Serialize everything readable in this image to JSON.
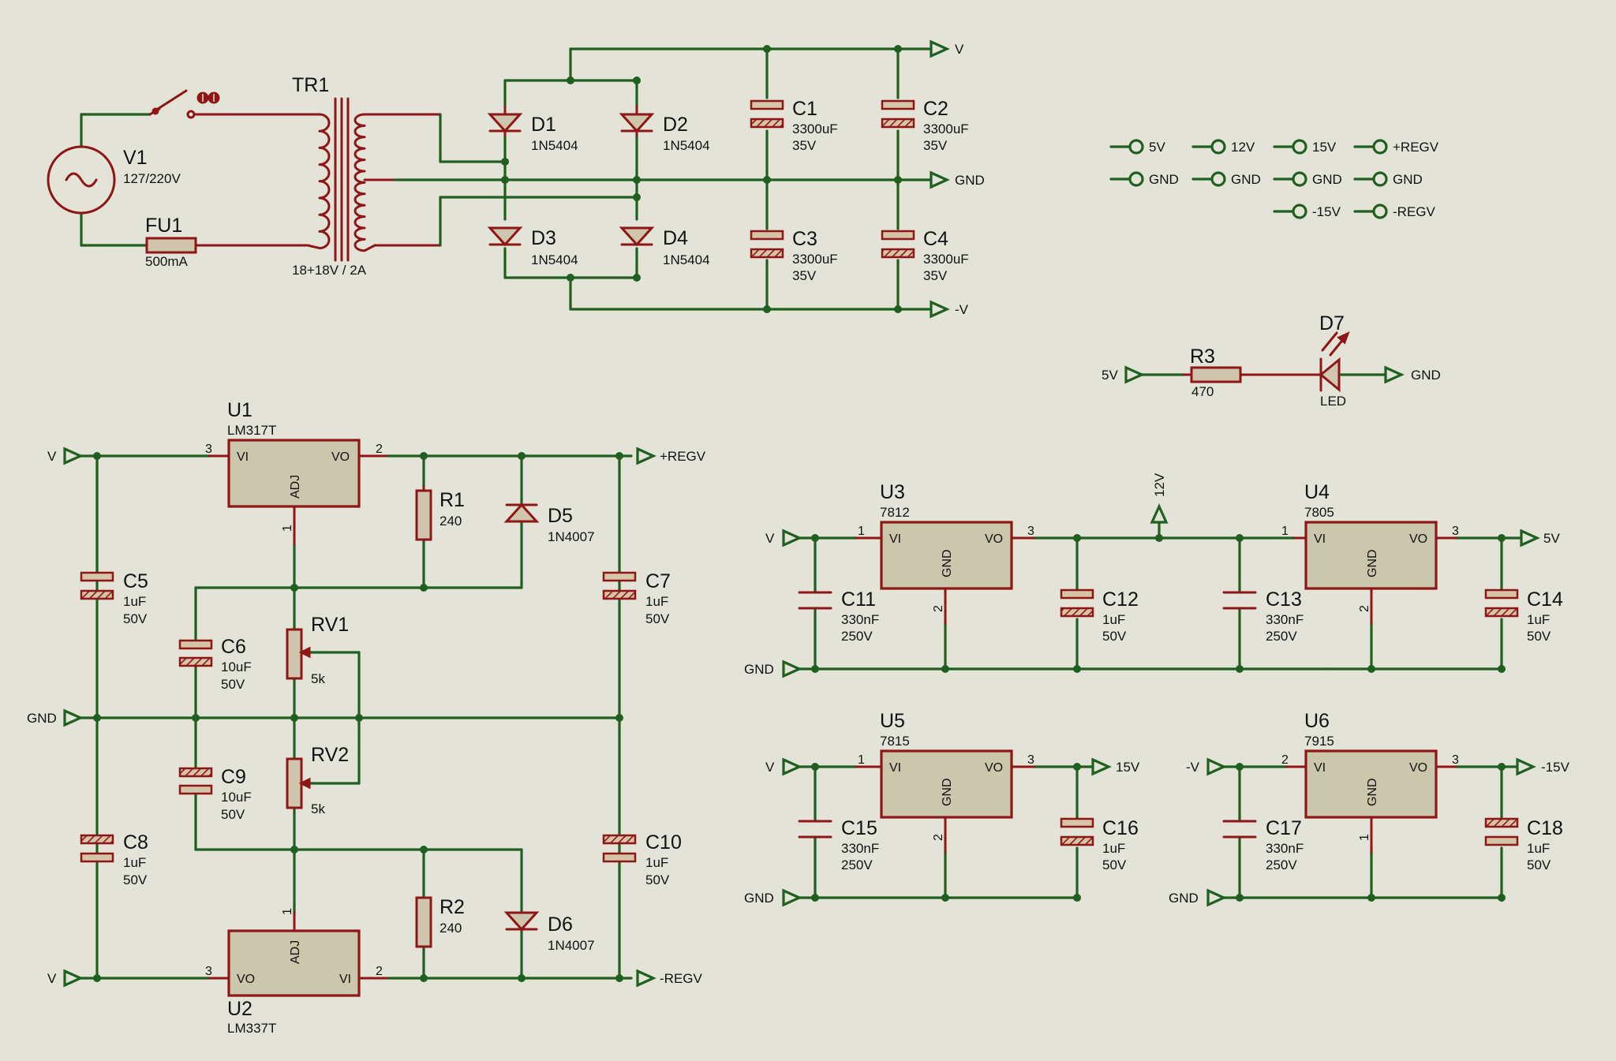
{
  "power_input": {
    "V1": {
      "ref": "V1",
      "value": "127/220V"
    },
    "FU1": {
      "ref": "FU1",
      "value": "500mA"
    },
    "TR1": {
      "ref": "TR1",
      "value": "18+18V / 2A"
    }
  },
  "bridge": [
    {
      "ref": "D1",
      "value": "1N5404"
    },
    {
      "ref": "D2",
      "value": "1N5404"
    },
    {
      "ref": "D3",
      "value": "1N5404"
    },
    {
      "ref": "D4",
      "value": "1N5404"
    }
  ],
  "filter_caps": [
    {
      "ref": "C1",
      "value": "3300uF",
      "voltage": "35V"
    },
    {
      "ref": "C2",
      "value": "3300uF",
      "voltage": "35V"
    },
    {
      "ref": "C3",
      "value": "3300uF",
      "voltage": "35V"
    },
    {
      "ref": "C4",
      "value": "3300uF",
      "voltage": "35V"
    }
  ],
  "rails": {
    "v": "V",
    "gnd": "GND",
    "neg_v": "-V"
  },
  "connectors": {
    "c5v": "5V",
    "c12v": "12V",
    "c15v": "15V",
    "cregv": "+REGV",
    "g1": "GND",
    "g2": "GND",
    "g3": "GND",
    "g4": "GND",
    "cm15v": "-15V",
    "cmregv": "-REGV"
  },
  "led_circuit": {
    "input": "5V",
    "R3": {
      "ref": "R3",
      "value": "470"
    },
    "D7": {
      "ref": "D7",
      "value": "LED"
    },
    "output": "GND"
  },
  "adjustable": {
    "U1": {
      "ref": "U1",
      "part": "LM317T",
      "pin_vi": "VI",
      "pin_vo": "VO",
      "pin_adj": "ADJ",
      "n_in": "3",
      "n_out": "2",
      "n_adj": "1"
    },
    "U2": {
      "ref": "U2",
      "part": "LM337T",
      "pin_vi": "VI",
      "pin_vo": "VO",
      "pin_adj": "ADJ",
      "n_in": "2",
      "n_out": "3",
      "n_adj": "1"
    },
    "R1": {
      "ref": "R1",
      "value": "240"
    },
    "R2": {
      "ref": "R2",
      "value": "240"
    },
    "D5": {
      "ref": "D5",
      "value": "1N4007"
    },
    "D6": {
      "ref": "D6",
      "value": "1N4007"
    },
    "RV1": {
      "ref": "RV1",
      "value": "5k"
    },
    "RV2": {
      "ref": "RV2",
      "value": "5k"
    },
    "C5": {
      "ref": "C5",
      "value": "1uF",
      "voltage": "50V"
    },
    "C6": {
      "ref": "C6",
      "value": "10uF",
      "voltage": "50V"
    },
    "C7": {
      "ref": "C7",
      "value": "1uF",
      "voltage": "50V"
    },
    "C8": {
      "ref": "C8",
      "value": "1uF",
      "voltage": "50V"
    },
    "C9": {
      "ref": "C9",
      "value": "10uF",
      "voltage": "50V"
    },
    "C10": {
      "ref": "C10",
      "value": "1uF",
      "voltage": "50V"
    },
    "labels": {
      "v_top": "V",
      "gnd": "GND",
      "v_bot": "V",
      "regv_pos": "+REGV",
      "regv_neg": "-REGV"
    }
  },
  "fixed": {
    "U3": {
      "ref": "U3",
      "part": "7812"
    },
    "U4": {
      "ref": "U4",
      "part": "7805"
    },
    "U5": {
      "ref": "U5",
      "part": "7815"
    },
    "U6": {
      "ref": "U6",
      "part": "7915"
    },
    "pin_vi": "VI",
    "pin_vo": "VO",
    "pin_gnd": "GND",
    "n1": "1",
    "n2": "2",
    "n3": "3",
    "C11": {
      "ref": "C11",
      "value": "330nF",
      "voltage": "250V"
    },
    "C12": {
      "ref": "C12",
      "value": "1uF",
      "voltage": "50V"
    },
    "C13": {
      "ref": "C13",
      "value": "330nF",
      "voltage": "250V"
    },
    "C14": {
      "ref": "C14",
      "value": "1uF",
      "voltage": "50V"
    },
    "C15": {
      "ref": "C15",
      "value": "330nF",
      "voltage": "250V"
    },
    "C16": {
      "ref": "C16",
      "value": "1uF",
      "voltage": "50V"
    },
    "C17": {
      "ref": "C17",
      "value": "330nF",
      "voltage": "250V"
    },
    "C18": {
      "ref": "C18",
      "value": "1uF",
      "voltage": "50V"
    },
    "labels": {
      "v1": "V",
      "gnd1": "GND",
      "p12": "12V",
      "p5": "5V",
      "v2": "V",
      "gnd2": "GND",
      "p15": "15V",
      "nv": "-V",
      "gnd3": "GND",
      "n15": "-15V"
    }
  }
}
